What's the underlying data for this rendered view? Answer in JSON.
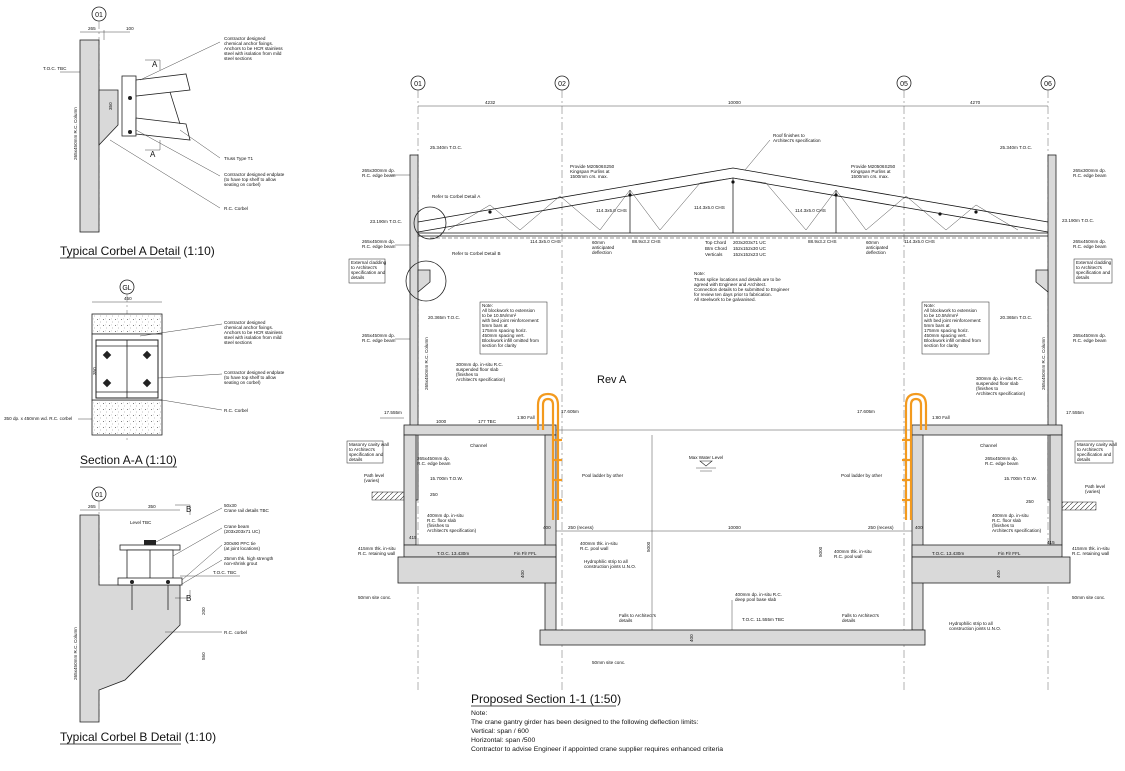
{
  "details": {
    "corbel_a_title": "Typical Corbel A Detail",
    "corbel_a_scale": "(1:10)",
    "section_aa_title": "Section A-A",
    "section_aa_scale": "(1:10)",
    "corbel_b_title": "Typical Corbel B Detail",
    "corbel_b_scale": "(1:10)",
    "grid_01": "01",
    "grid_gl": "GL",
    "marker_a": "A",
    "marker_b": "B",
    "toc_tbc": "T.O.C. TBC",
    "column_label": "265x450mm R.C. Column",
    "dim_100": "100",
    "dim_265": "265",
    "dim_350": "350",
    "dim_450": "450",
    "dim_200": "200",
    "dim_550": "550",
    "a_note_anchor": [
      "Contractor designed",
      "chemical anchor fixings.",
      "Anchors to be HCR stainless",
      "steel with isolation from mild",
      "steel sections"
    ],
    "a_note_truss": "Truss Type T1",
    "a_note_endplate": [
      "Contractor designed endplate",
      "(to have top shelf to allow",
      "seating on corbel)"
    ],
    "a_note_corbel": "R.C. Corbel",
    "aa_note_anchor": [
      "Contractor designed",
      "chemical anchor fixings.",
      "Anchors to be HCR stainless",
      "steel with isolation from mild",
      "steel sections"
    ],
    "aa_note_endplate": [
      "Contractor designed endplate",
      "(to have top shelf to allow",
      "seating on corbel)"
    ],
    "aa_note_corbel": "R.C. Corbel",
    "aa_note_rcbeam": "350 dp. x 450mm wd. R.C. corbel",
    "b_note_rail": [
      "50x30",
      "Crane rail details TBC"
    ],
    "b_note_level": "Level TBC",
    "b_note_crane": [
      "Crane beam",
      "(203x203x71 UC)"
    ],
    "b_note_pfc": [
      "200x90 PFC tie",
      "(at joint locations)"
    ],
    "b_note_grout": [
      "25mm thk. high strength",
      "non-shrink grout"
    ],
    "b_note_corbel": "R.C. corbel",
    "b_toc": "T.O.C. TBC"
  },
  "section": {
    "title": "Proposed Section 1-1",
    "scale": "(1:50)",
    "rev": "Rev A",
    "grids": [
      "01",
      "02",
      "05",
      "06"
    ],
    "top_dims": [
      "4232",
      "10000",
      "4270"
    ],
    "levels": {
      "roof_toc_left": "25.340m T.O.C.",
      "roof_toc_right": "25.340m T.O.C.",
      "eave_left": "23.190m T.O.C.",
      "eave_right": "23.190m T.O.C.",
      "mid_left": "20.365m T.O.C.",
      "mid_right": "20.365m T.O.C.",
      "floor_left": "17.555m",
      "floor_right": "17.555m",
      "floor_mid_left": "17.605m",
      "floor_mid_right": "17.605m",
      "tow_left": "15.700m T.O.W.",
      "tow_right": "15.700m T.O.W.",
      "base_left": "T.O.C. 13.430m",
      "base_right": "T.O.C. 13.430m",
      "deep_base": "T.O.C. 11.555m TBC"
    },
    "labels": {
      "edge_beam_top": [
        "265x300mm dp.",
        "R.C. edge beam"
      ],
      "edge_beam_mid": [
        "265x450mm dp.",
        "R.C. edge beam"
      ],
      "edge_beam_low": [
        "265x450mm dp.",
        "R.C. edge beam"
      ],
      "corbel_a_ref": "Refer to Corbel Detail A",
      "corbel_b_ref": "Refer to Corbel Detail B",
      "cladding": [
        "External cladding",
        "to Architect's",
        "specification and",
        "details"
      ],
      "roof_finishes": [
        "Roof finishes to",
        "Architect's specification"
      ],
      "purlins": [
        "Provide M20506S250",
        "Kingspan Purlins at",
        "1500mm crs. max."
      ],
      "chs_1": "114.3x5.0 CHS",
      "chs_2": "88.9x3.2 CHS",
      "defl": [
        "60mm",
        "anticipated",
        "deflection"
      ],
      "chords": [
        "Top Chord",
        "Btm Chord",
        "Verticals"
      ],
      "chord_sizes": [
        "203x203x71 UC",
        "152x152x30 UC",
        "152x152x23 UC"
      ],
      "splice_note": [
        "Note:",
        "Truss splice locations and details are to be",
        "agreed with Engineer and Architect.",
        "Connection details to be submitted to Engineer",
        "for review ten days prior to fabrication.",
        "All steelwork to be galvanised."
      ],
      "block_note": [
        "Note:",
        "All blockwork to extension",
        "to be 10.5N/mm²",
        "with bed joint reinforcement:",
        "5mm bars at",
        "175mm spacing horiz.",
        "450mm spacing vert.",
        "Blockwork infill omitted from",
        "section for clarity"
      ],
      "slab_300": [
        "300mm dp. in-situ R.C.",
        "suspended floor slab",
        "(finishes to",
        "Architect's specification)"
      ],
      "fall": "1:80 Fall",
      "channel": "Channel",
      "dim_1000": "1000",
      "tbc_177": "177 TBC",
      "masonry": [
        "Masonry cavity wall",
        "to Architect's",
        "specification and",
        "details"
      ],
      "path_level": [
        "Path level",
        "(varies)"
      ],
      "max_water": "Max Water Level",
      "pool_ladder": "Pool ladder by other",
      "floor_400": [
        "400mm dp. in-situ",
        "R.C. floor slab",
        "(finishes to",
        "Architect's specification)"
      ],
      "pool_wall": [
        "400mm thk. in-situ",
        "R.C. pool wall"
      ],
      "retaining": [
        "415mm thk. in-situ",
        "R.C. retaining wall"
      ],
      "recess": "250 (recess)",
      "span_10000": "10000",
      "depth_5000": "5000",
      "fin_ffl": "Fin Flr FFL",
      "hydrophilic": [
        "Hydrophilic strip to all",
        "construction joints U.N.O."
      ],
      "site_conc": "50mm site conc.",
      "deep_slab": [
        "400mm dp. in-situ R.C.",
        "deep pool base slab"
      ],
      "falls": [
        "Falls to Architect's",
        "details"
      ],
      "dim_400": "400",
      "dim_415": "415",
      "dim_250": "250"
    },
    "deflection_note": [
      "Note:",
      "The crane gantry girder has been designed to the following deflection limits:",
      "Vertical: span / 600",
      "Horizontal: span /500",
      "Contractor to advise Engineer if appointed crane supplier requires enhanced criteria"
    ]
  }
}
